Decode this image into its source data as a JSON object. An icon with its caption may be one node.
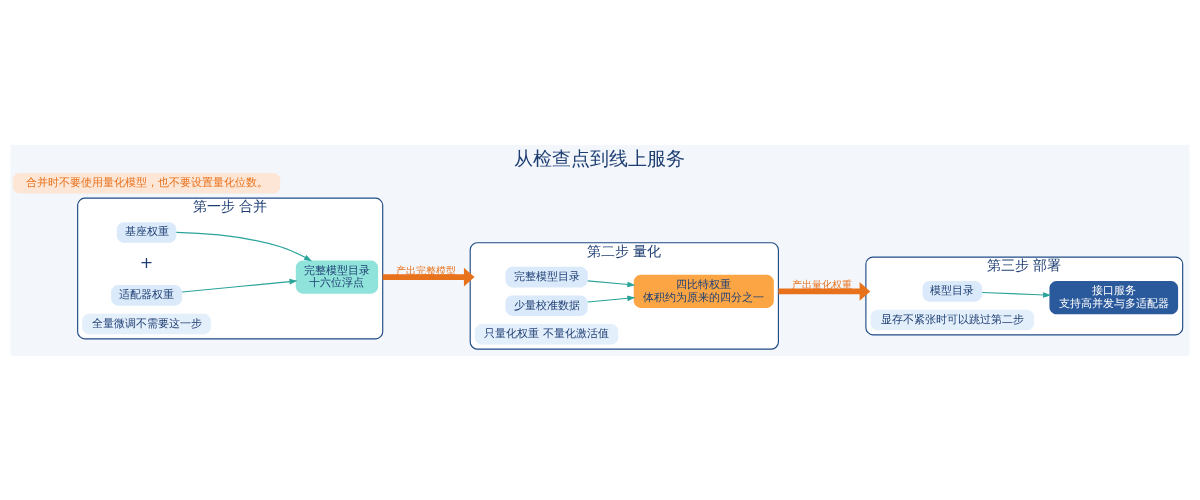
{
  "diagram": {
    "title": "从检查点到线上服务",
    "nodes": [
      {
        "text": [
          "第一步 合并"
        ]
      },
      {
        "text": [
          "基座权重"
        ],
        "in": 0
      },
      {
        "text": [
          "适配器权重"
        ],
        "in": 0
      },
      {
        "text": [
          "完整模型目录",
          "十六位浮点"
        ],
        "in": 0
      },
      {
        "text": [
          "全量微调不需要这一步"
        ],
        "in": 0
      },
      {
        "text": [
          "第二步 量化"
        ]
      },
      {
        "text": [
          "完整模型目录"
        ],
        "in": 5
      },
      {
        "text": [
          "少量校准数据"
        ],
        "in": 5
      },
      {
        "text": [
          "四比特权重",
          "体积约为原来的四分之一"
        ],
        "in": 5
      },
      {
        "text": [
          "只量化权重 不量化激活值"
        ],
        "in": 5
      },
      {
        "text": [
          "第三步 部署"
        ]
      },
      {
        "text": [
          "模型目录"
        ],
        "in": 10
      },
      {
        "text": [
          "接口服务",
          "支持高并发与多适配器"
        ],
        "in": 10
      },
      {
        "text": [
          "显存不紧张时可以跳过第二步"
        ],
        "in": 10
      },
      {
        "text": [
          "合并时不要使用量化模型，也不要设置量化位数。"
        ]
      }
    ],
    "edges": [
      {
        "from": 1,
        "to": 3,
        "arrow": "to"
      },
      {
        "from": 2,
        "to": 3,
        "arrow": "to"
      },
      {
        "from": 0,
        "to": 5,
        "arrow": "to",
        "label": "产出完整模型",
        "style": "thick",
        "color": "#e8711c"
      },
      {
        "from": 6,
        "to": 8,
        "arrow": "to"
      },
      {
        "from": 7,
        "to": 8,
        "arrow": "to"
      },
      {
        "from": 5,
        "to": 10,
        "arrow": "to",
        "label": "产出量化权重",
        "style": "thick",
        "color": "#e8711c"
      },
      {
        "from": 11,
        "to": 12,
        "arrow": "to"
      }
    ],
    "labels": [
      "+"
    ]
  }
}
